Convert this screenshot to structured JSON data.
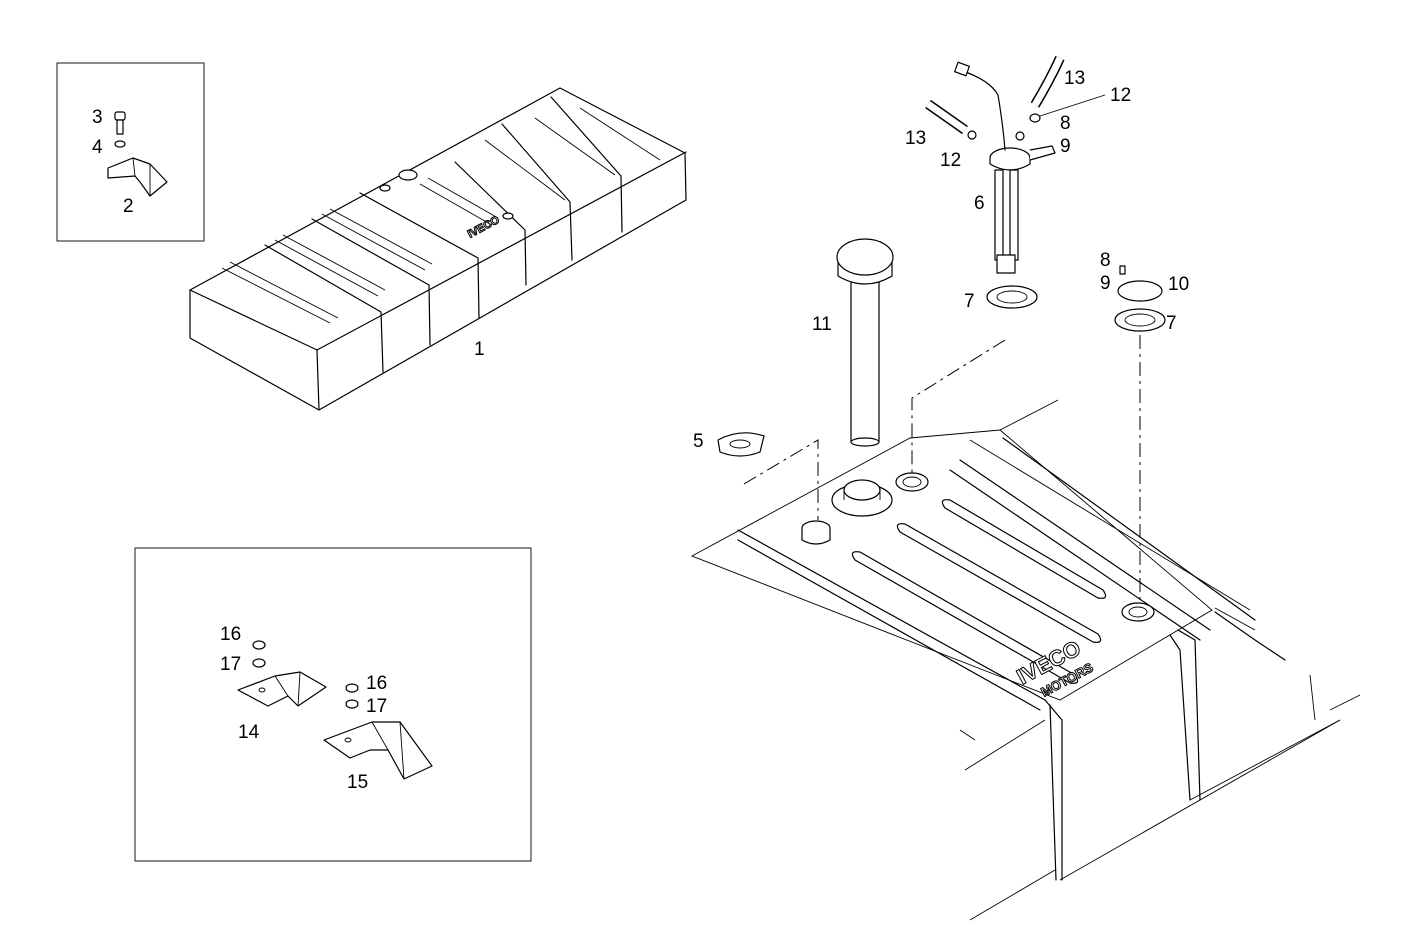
{
  "callouts": {
    "c1": "1",
    "c2": "2",
    "c3": "3",
    "c4": "4",
    "c5": "5",
    "c6": "6",
    "c7a": "7",
    "c7b": "7",
    "c8a": "8",
    "c8b": "8",
    "c9a": "9",
    "c9b": "9",
    "c10": "10",
    "c11": "11",
    "c12a": "12",
    "c12b": "12",
    "c13a": "13",
    "c13b": "13",
    "c14": "14",
    "c15": "15",
    "c16a": "16",
    "c16b": "16",
    "c17a": "17",
    "c17b": "17"
  },
  "branding": {
    "logo_line1": "IVECO",
    "logo_line2": "MOTORS",
    "small_logo": "IVECO"
  }
}
